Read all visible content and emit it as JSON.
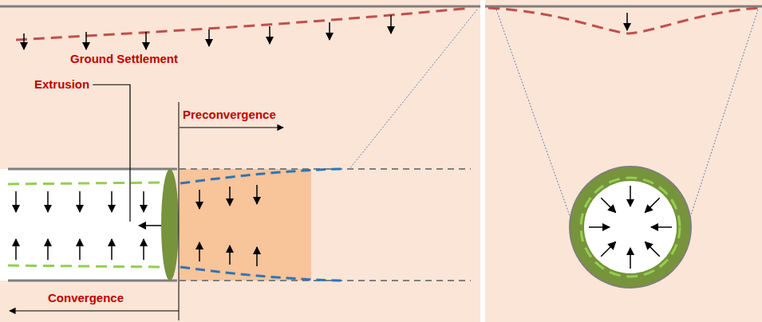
{
  "diagram": {
    "labels": [
      "Ground Settlement",
      "Extrusion",
      "Preconvergence",
      "Convergence"
    ]
  }
}
